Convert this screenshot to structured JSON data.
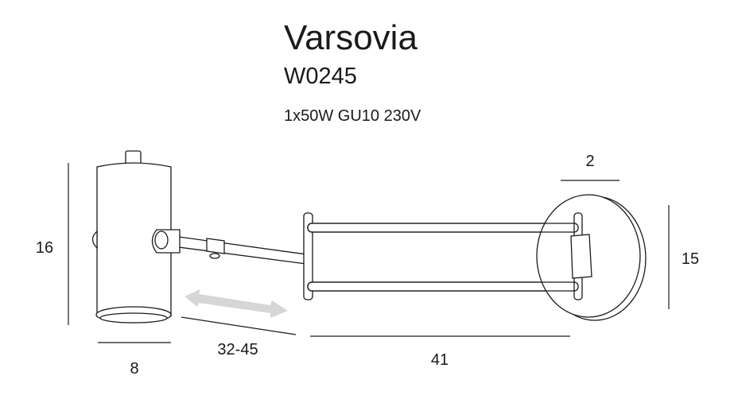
{
  "header": {
    "title": "Varsovia",
    "model": "W0245",
    "spec": "1x50W  GU10  230V"
  },
  "dimensions": {
    "height_lamp": "16",
    "width_lamp": "8",
    "arm_extension": "32-45",
    "arm_length": "41",
    "plate_depth": "2",
    "plate_height": "15"
  },
  "colors": {
    "line": "#1a1a1a",
    "arrow": "#d6d6d6"
  }
}
